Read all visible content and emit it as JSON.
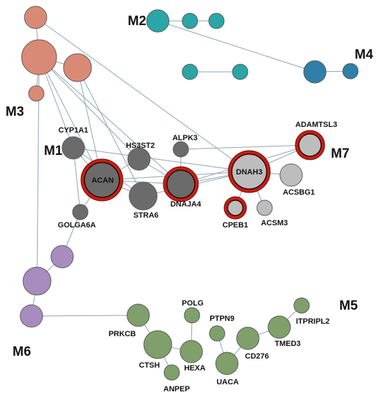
{
  "colors": {
    "M1": "#6b6b6b",
    "M2": "#2aa6a6",
    "M3": "#d98a76",
    "M4": "#2f7fa8",
    "M5": "#7f9f6b",
    "M6": "#a98cbf",
    "M7": "#bdbdbd",
    "highlight": "#c81e14",
    "edge": "#8ea2b8"
  },
  "modules": [
    {
      "id": "M1",
      "label": "M1"
    },
    {
      "id": "M2",
      "label": "M2"
    },
    {
      "id": "M3",
      "label": "M3"
    },
    {
      "id": "M4",
      "label": "M4"
    },
    {
      "id": "M5",
      "label": "M5"
    },
    {
      "id": "M6",
      "label": "M6"
    },
    {
      "id": "M7",
      "label": "M7"
    }
  ],
  "nodes": [
    {
      "id": "m3a",
      "label": "",
      "module": "M3",
      "size": 2,
      "highlight": false
    },
    {
      "id": "m3b",
      "label": "",
      "module": "M3",
      "size": 4,
      "highlight": false
    },
    {
      "id": "m3c",
      "label": "",
      "module": "M3",
      "size": 3,
      "highlight": false
    },
    {
      "id": "m3d",
      "label": "",
      "module": "M3",
      "size": 1,
      "highlight": false
    },
    {
      "id": "m2a",
      "label": "",
      "module": "M2",
      "size": 2,
      "highlight": false
    },
    {
      "id": "m2b",
      "label": "",
      "module": "M2",
      "size": 1,
      "highlight": false
    },
    {
      "id": "m2c",
      "label": "",
      "module": "M2",
      "size": 1,
      "highlight": false
    },
    {
      "id": "m2d",
      "label": "",
      "module": "M2",
      "size": 1,
      "highlight": false
    },
    {
      "id": "m2e",
      "label": "",
      "module": "M2",
      "size": 1,
      "highlight": false
    },
    {
      "id": "m4a",
      "label": "",
      "module": "M4",
      "size": 2,
      "highlight": false
    },
    {
      "id": "m4b",
      "label": "",
      "module": "M4",
      "size": 1,
      "highlight": false
    },
    {
      "id": "CYP1A1",
      "label": "CYP1A1",
      "module": "M1",
      "size": 2,
      "highlight": false
    },
    {
      "id": "HS3ST2",
      "label": "HS3ST2",
      "module": "M1",
      "size": 2,
      "highlight": false
    },
    {
      "id": "ALPK3",
      "label": "ALPK3",
      "module": "M1",
      "size": 1,
      "highlight": false
    },
    {
      "id": "ACAN",
      "label": "ACAN",
      "module": "M1",
      "size": 4,
      "highlight": true
    },
    {
      "id": "STRA6",
      "label": "STRA6",
      "module": "M1",
      "size": 3,
      "highlight": false
    },
    {
      "id": "DNAJA4",
      "label": "DNAJA4",
      "module": "M1",
      "size": 3,
      "highlight": true
    },
    {
      "id": "GOLGA6A",
      "label": "GOLGA6A",
      "module": "M1",
      "size": 1,
      "highlight": false
    },
    {
      "id": "DNAH3",
      "label": "DNAH3",
      "module": "M7",
      "size": 4,
      "highlight": true
    },
    {
      "id": "ADAMTSL3",
      "label": "ADAMTSL3",
      "module": "M7",
      "size": 2,
      "highlight": true
    },
    {
      "id": "ACSBG1",
      "label": "ACSBG1",
      "module": "M7",
      "size": 2,
      "highlight": false
    },
    {
      "id": "CPEB1",
      "label": "CPEB1",
      "module": "M7",
      "size": 1,
      "highlight": true
    },
    {
      "id": "ACSM3",
      "label": "ACSM3",
      "module": "M7",
      "size": 1,
      "highlight": false
    },
    {
      "id": "m6a",
      "label": "",
      "module": "M6",
      "size": 2,
      "highlight": false
    },
    {
      "id": "m6b",
      "label": "",
      "module": "M6",
      "size": 3,
      "highlight": false
    },
    {
      "id": "m6c",
      "label": "",
      "module": "M6",
      "size": 2,
      "highlight": false
    },
    {
      "id": "PRKCB",
      "label": "PRKCB",
      "module": "M5",
      "size": 2,
      "highlight": false
    },
    {
      "id": "POLG",
      "label": "POLG",
      "module": "M5",
      "size": 1,
      "highlight": false
    },
    {
      "id": "CTSH",
      "label": "CTSH",
      "module": "M5",
      "size": 3,
      "highlight": false
    },
    {
      "id": "HEXA",
      "label": "HEXA",
      "module": "M5",
      "size": 2,
      "highlight": false
    },
    {
      "id": "ANPEP",
      "label": "ANPEP",
      "module": "M5",
      "size": 1,
      "highlight": false
    },
    {
      "id": "PTPN9",
      "label": "PTPN9",
      "module": "M5",
      "size": 1,
      "highlight": false
    },
    {
      "id": "UACA",
      "label": "UACA",
      "module": "M5",
      "size": 2,
      "highlight": false
    },
    {
      "id": "CD276",
      "label": "CD276",
      "module": "M5",
      "size": 2,
      "highlight": false
    },
    {
      "id": "TMED3",
      "label": "TMED3",
      "module": "M5",
      "size": 2,
      "highlight": false
    },
    {
      "id": "ITPRIPL2",
      "label": "ITPRIPL2",
      "module": "M5",
      "size": 1,
      "highlight": false
    }
  ],
  "edges": [
    [
      "m3a",
      "m3b"
    ],
    [
      "m3b",
      "m3c"
    ],
    [
      "m3b",
      "m3d"
    ],
    [
      "m3a",
      "DNAH3"
    ],
    [
      "m3b",
      "CYP1A1"
    ],
    [
      "m3b",
      "ACAN"
    ],
    [
      "m3b",
      "HS3ST2"
    ],
    [
      "m3b",
      "DNAJA4"
    ],
    [
      "m3c",
      "ACAN"
    ],
    [
      "m3c",
      "STRA6"
    ],
    [
      "m3b",
      "m6b"
    ],
    [
      "m2a",
      "m2b"
    ],
    [
      "m2b",
      "m2c"
    ],
    [
      "m2a",
      "m4a"
    ],
    [
      "m4a",
      "m4b"
    ],
    [
      "m2d",
      "m2e"
    ],
    [
      "CYP1A1",
      "ACAN"
    ],
    [
      "CYP1A1",
      "DNAH3"
    ],
    [
      "CYP1A1",
      "GOLGA6A"
    ],
    [
      "CYP1A1",
      "STRA6"
    ],
    [
      "HS3ST2",
      "ACAN"
    ],
    [
      "HS3ST2",
      "DNAJA4"
    ],
    [
      "ALPK3",
      "DNAJA4"
    ],
    [
      "ALPK3",
      "ADAMTSL3"
    ],
    [
      "ACAN",
      "STRA6"
    ],
    [
      "ACAN",
      "DNAJA4"
    ],
    [
      "ACAN",
      "DNAH3"
    ],
    [
      "ACAN",
      "GOLGA6A"
    ],
    [
      "STRA6",
      "DNAH3"
    ],
    [
      "DNAJA4",
      "DNAH3"
    ],
    [
      "DNAJA4",
      "ADAMTSL3"
    ],
    [
      "DNAH3",
      "ADAMTSL3"
    ],
    [
      "DNAH3",
      "ACSBG1"
    ],
    [
      "DNAH3",
      "CPEB1"
    ],
    [
      "DNAH3",
      "ACSM3"
    ],
    [
      "GOLGA6A",
      "m6a"
    ],
    [
      "m6a",
      "m6b"
    ],
    [
      "m6b",
      "m6c"
    ],
    [
      "m6c",
      "PRKCB"
    ],
    [
      "PRKCB",
      "CTSH"
    ],
    [
      "CTSH",
      "HEXA"
    ],
    [
      "POLG",
      "HEXA"
    ],
    [
      "CTSH",
      "ANPEP"
    ],
    [
      "PTPN9",
      "UACA"
    ],
    [
      "UACA",
      "CD276"
    ],
    [
      "CD276",
      "TMED3"
    ],
    [
      "TMED3",
      "ITPRIPL2"
    ]
  ]
}
